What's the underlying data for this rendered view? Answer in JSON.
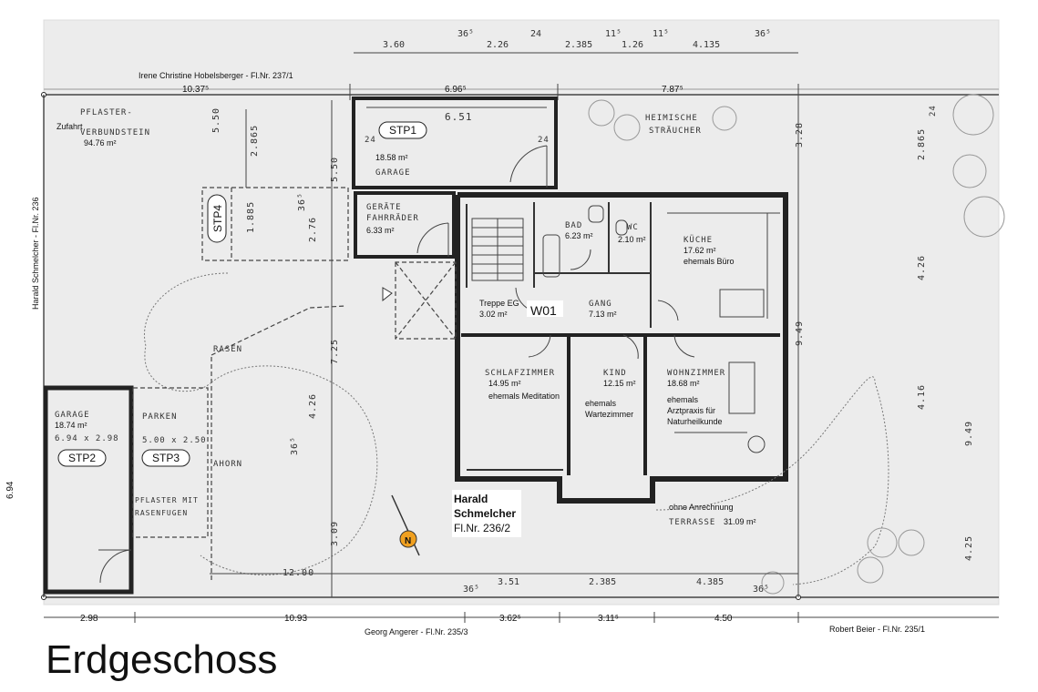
{
  "neighbors": {
    "top": "Irene Christine Hobelsberger - Fl.Nr. 237/1",
    "left": "Harald Schmelcher - Fl.Nr. 236",
    "bottom_mid": "Georg Angerer - Fl.Nr. 235/3",
    "bottom_right": "Robert Beier - Fl.Nr. 235/1"
  },
  "owner": {
    "line1": "Harald",
    "line2": "Schmelcher",
    "line3": "Fl.Nr. 236/2"
  },
  "zufahrt": {
    "label": "Zufahrt",
    "area": "94.76 m²"
  },
  "stp1": {
    "label": "STP1",
    "area": "18.58 m²"
  },
  "stp2": {
    "label": "STP2",
    "area": "18.74 m²"
  },
  "stp3": {
    "label": "STP3"
  },
  "stp4": {
    "label": "STP4"
  },
  "geraete_area": "6.33 m²",
  "w01": "W01",
  "rooms": {
    "bad": "6.23 m²",
    "wc": "2.10 m²",
    "kueche": {
      "area": "17.62 m²",
      "note": "ehemals Büro"
    },
    "treppe": {
      "name": "Treppe EG",
      "area": "3.02 m²"
    },
    "gang": "7.13 m²",
    "schlafzimmer": {
      "area": "14.95 m²",
      "note": "ehemals Meditation"
    },
    "kind": {
      "area": "12.15 m²",
      "note1": "ehemals",
      "note2": "Wartezimmer"
    },
    "wohnzimmer": {
      "area": "18.68 m²",
      "note1": "ehemals",
      "note2": "Arztpraxis für",
      "note3": "Naturheilkunde"
    },
    "terrasse": {
      "note": "ohne Anrechnung",
      "area": "31.09 m²"
    }
  },
  "dims_top": [
    "10.37⁵",
    "6.96⁵",
    "7.87⁵"
  ],
  "dims_bottom": [
    "2.98",
    "10.93",
    "3.62⁵",
    "3.11⁵",
    "4.50"
  ],
  "dim_left": "6.94",
  "title": "Erdgeschoss"
}
